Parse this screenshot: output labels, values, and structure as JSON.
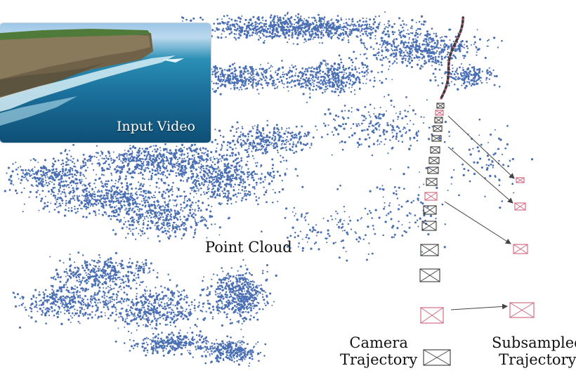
{
  "video": {
    "caption": "Input Video"
  },
  "labels": {
    "point_cloud": "Point Cloud",
    "camera_line1": "Camera",
    "camera_line2": "Trajectory",
    "subsampled_line1": "Subsampled",
    "subsampled_line2": "Trajectory"
  },
  "colors": {
    "point": "#4a6fb3",
    "camera_frame": "#3a3a3a",
    "subsampled_frame": "#d0607a",
    "arrow": "#444444"
  }
}
